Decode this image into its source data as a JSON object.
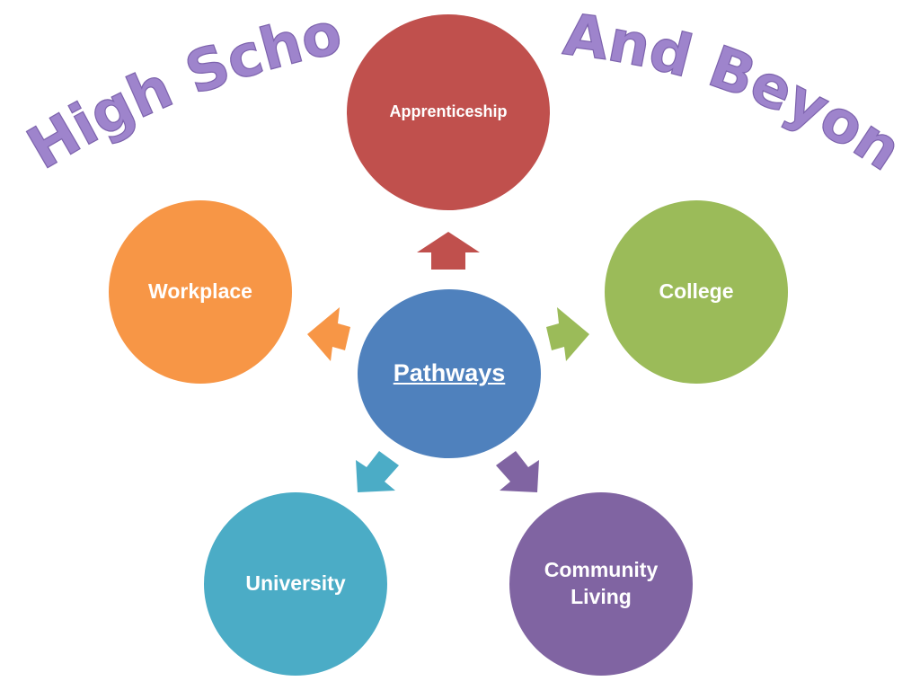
{
  "title": {
    "left": "High School",
    "right": "And Beyond",
    "color": "#9e84cc"
  },
  "center": {
    "label": "Pathways",
    "color": "#4f81bd"
  },
  "nodes": {
    "apprenticeship": {
      "label": "Apprenticeship",
      "color": "#c0504d"
    },
    "college": {
      "label": "College",
      "color": "#9bbb59"
    },
    "community_living": {
      "label_line1": "Community",
      "label_line2": "Living",
      "color": "#8064a2"
    },
    "university": {
      "label": "University",
      "color": "#4bacc6"
    },
    "workplace": {
      "label": "Workplace",
      "color": "#f79646"
    }
  },
  "arrow_icons": [
    "arrow-up-icon",
    "arrow-right-icon",
    "arrow-down-right-icon",
    "arrow-down-left-icon",
    "arrow-left-icon"
  ]
}
